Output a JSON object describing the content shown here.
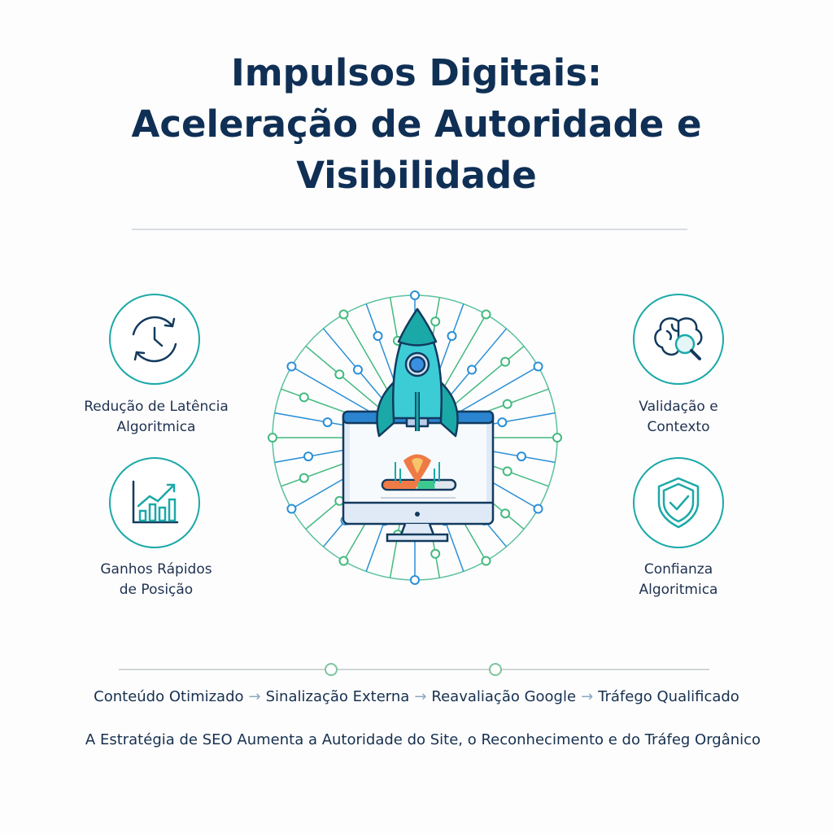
{
  "title": {
    "lines": [
      "Impulsos Digitais:",
      "Aceleração de Autoridade e",
      "Visibilidade"
    ]
  },
  "features": {
    "left_top": {
      "icon": "clock-cycle-icon",
      "label_lines": [
        "Redução de Latência",
        "Algoritmica"
      ]
    },
    "left_bottom": {
      "icon": "growth-chart-icon",
      "label_lines": [
        "Ganhos Rápidos",
        "de Posição"
      ]
    },
    "right_top": {
      "icon": "brain-search-icon",
      "label_lines": [
        "Validação e",
        "Contexto"
      ]
    },
    "right_bottom": {
      "icon": "shield-check-icon",
      "label_lines": [
        "Confianza",
        "Algoritmica"
      ]
    }
  },
  "center": {
    "icon": "rocket-monitor-icon",
    "progress": {
      "orange_fraction": 0.48,
      "green_fraction": 0.24
    }
  },
  "flow": {
    "steps": [
      "Conteúdo Otimizado",
      "Sinalização Externa",
      "Reavaliação Google",
      "Tráfego Qualificado"
    ],
    "separator": "→"
  },
  "tagline": "A Estratégia de SEO Aumenta a Autoridade do Site, o Reconhecimento e do Tráfeg Orgânico",
  "colors": {
    "title": "#0f2f55",
    "teal": "#1ba9a8",
    "blue": "#2a8fd6",
    "green": "#43b97f",
    "orange": "#f07a45"
  }
}
